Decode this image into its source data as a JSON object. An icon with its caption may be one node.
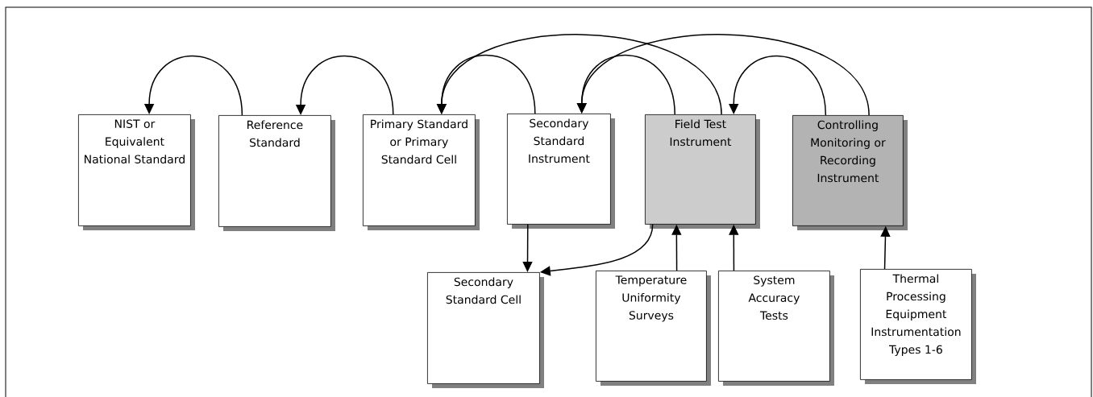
{
  "diagram": {
    "nodes": [
      {
        "text": [
          "NIST or Equivalent National Standard"
        ]
      },
      {
        "text": [
          "Reference Standard"
        ]
      },
      {
        "text": [
          "Primary Standard or Primary Standard Cell"
        ]
      },
      {
        "text": [
          "Secondary Standard Instrument"
        ]
      },
      {
        "text": [
          "Field Test Instrument"
        ]
      },
      {
        "text": [
          "Controlling Monitoring or Recording Instrument"
        ]
      },
      {
        "text": [
          "Secondary Standard Cell"
        ]
      },
      {
        "text": [
          "Temperature Uniformity Surveys"
        ]
      },
      {
        "text": [
          "System Accuracy Tests"
        ]
      },
      {
        "text": [
          "Thermal Processing Equipment Instrumentation Types 1-6"
        ]
      }
    ],
    "edges": [
      {
        "from": 1,
        "to": 0,
        "arrow": "to"
      },
      {
        "from": 2,
        "to": 1,
        "arrow": "to"
      },
      {
        "from": 3,
        "to": 2,
        "arrow": "to"
      },
      {
        "from": 4,
        "to": 2,
        "arrow": "to"
      },
      {
        "from": 4,
        "to": 3,
        "arrow": "to"
      },
      {
        "from": 5,
        "to": 4,
        "arrow": "to"
      },
      {
        "from": 5,
        "to": 3,
        "arrow": "to"
      },
      {
        "from": 3,
        "to": 6,
        "arrow": "to"
      },
      {
        "from": 4,
        "to": 6,
        "arrow": "to"
      },
      {
        "from": 7,
        "to": 4,
        "arrow": "to"
      },
      {
        "from": 8,
        "to": 4,
        "arrow": "to"
      },
      {
        "from": 9,
        "to": 5,
        "arrow": "to"
      }
    ]
  }
}
